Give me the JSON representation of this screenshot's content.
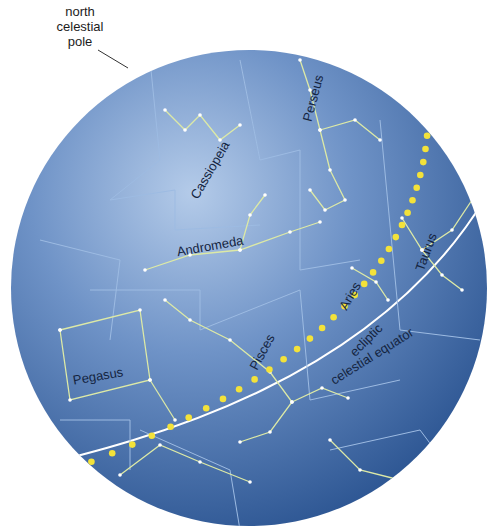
{
  "diagram": {
    "labels": [
      "north celestial pole",
      "Cassiopeia",
      "Perseus",
      "Andromeda",
      "Aries",
      "ecliptic",
      "Taurus",
      "Pegasus",
      "Pisces",
      "celestial equator"
    ]
  }
}
